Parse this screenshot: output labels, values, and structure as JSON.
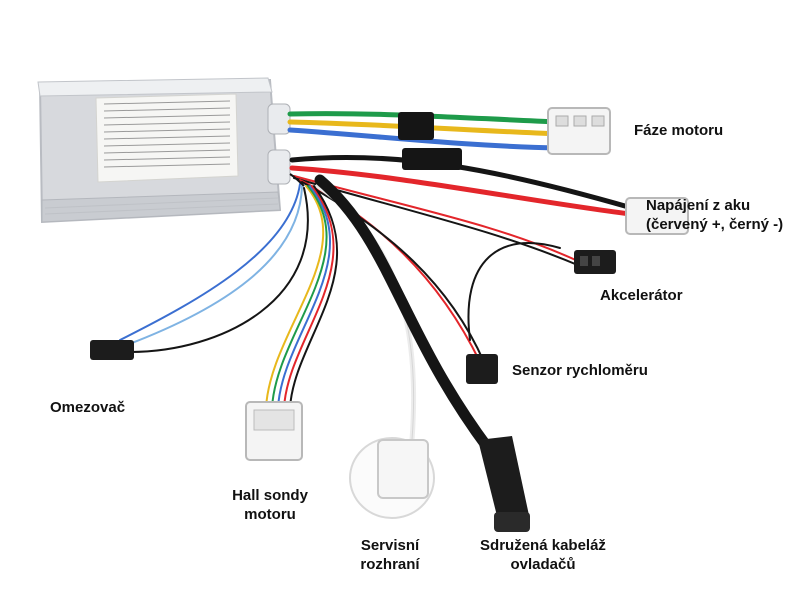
{
  "labels": {
    "faze_motoru": "Fáze motoru",
    "napajeni_line1": "Napájení z aku",
    "napajeni_line2": "(červený +, černý -)",
    "akcelerator": "Akcelerátor",
    "senzor": "Senzor rychloměru",
    "omezovac": "Omezovač",
    "hall_line1": "Hall sondy",
    "hall_line2": "motoru",
    "servis_line1": "Servisní",
    "servis_line2": "rozhraní",
    "sdruzena_line1": "Sdružená kabeláž",
    "sdruzena_line2": "ovladačů"
  },
  "colors": {
    "housing": "#e4e6ea",
    "housing_edge": "#b9bcc2",
    "wire_black": "#151515",
    "wire_red": "#e3262b",
    "wire_green": "#1e9b4a",
    "wire_yellow": "#e8b81c",
    "wire_blue": "#3b6fd1",
    "wire_lightblue": "#7fb3e3",
    "connector_white": "#f4f4f4",
    "connector_black": "#1c1c1c"
  },
  "icons": {
    "controller": "controller-box-icon",
    "phase_connector": "phase-connector-icon",
    "battery_connector": "battery-connector-icon",
    "accelerator_connector": "accelerator-connector-icon",
    "speed_sensor_connector": "speed-sensor-connector-icon",
    "limiter_connector": "limiter-connector-icon",
    "hall_connector": "hall-connector-icon",
    "service_connector": "service-connector-icon",
    "combined_plug": "combined-plug-icon"
  }
}
